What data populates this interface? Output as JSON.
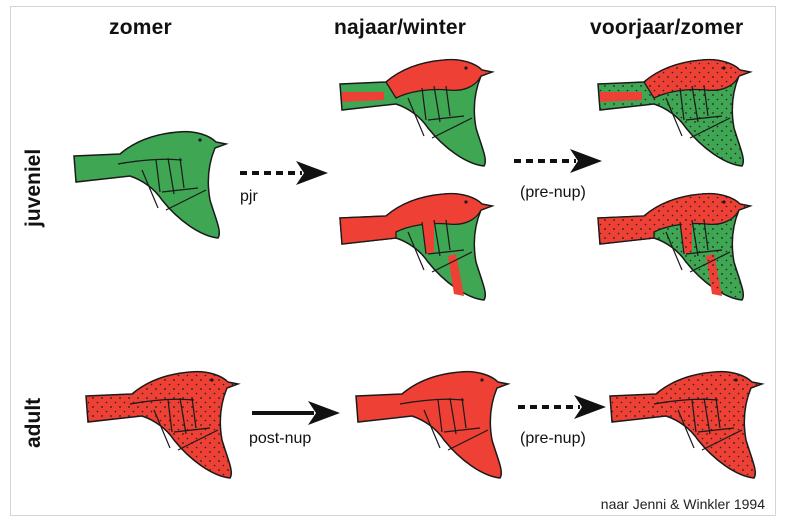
{
  "columns": {
    "summer": "zomer",
    "autumn_winter": "najaar/winter",
    "spring_summer": "voorjaar/zomer"
  },
  "rows": {
    "juvenile": "juveniel",
    "adult": "adult"
  },
  "arrows": {
    "juv_1": "pjr",
    "juv_2": "(pre-nup)",
    "adult_1": "post-nup",
    "adult_2": "(pre-nup)"
  },
  "credit": "naar Jenni & Winkler 1994",
  "colors": {
    "juvenile_plumage": "#3fa654",
    "adult_plumage": "#ee4035",
    "outline": "#1a1a1a",
    "bill": "#e8e8e8"
  }
}
